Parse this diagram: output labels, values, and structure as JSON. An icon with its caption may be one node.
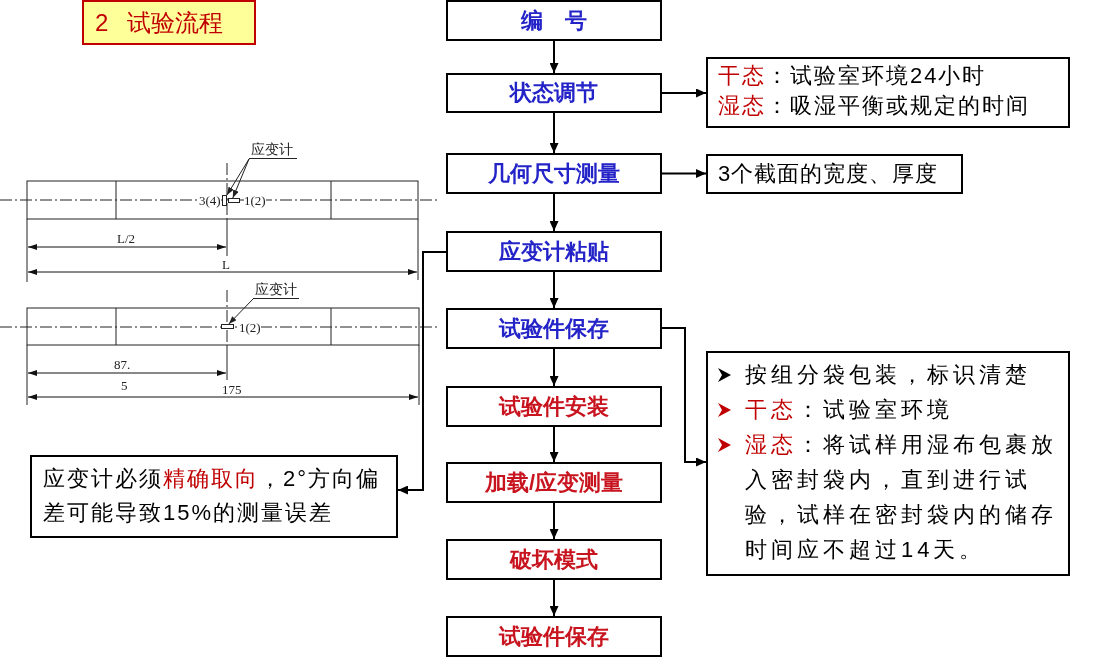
{
  "diagram": {
    "title": "2 试验流程",
    "nodes": [
      {
        "text": [
          "编 号"
        ]
      },
      {
        "text": [
          "状态调节"
        ]
      },
      {
        "text": [
          "几何尺寸测量"
        ]
      },
      {
        "text": [
          "应变计粘贴"
        ]
      },
      {
        "text": [
          "试验件保存"
        ]
      },
      {
        "text": [
          "试验件安装"
        ]
      },
      {
        "text": [
          "加载/应变测量"
        ]
      },
      {
        "text": [
          "破坏模式"
        ]
      },
      {
        "text": [
          "试验件保存"
        ]
      },
      {
        "text": [
          "**干态**：试验室环境24小时",
          "**湿态**：吸湿平衡或规定的时间"
        ]
      },
      {
        "text": [
          "3个截面的宽度、厚度"
        ]
      },
      {
        "text": [
          "按组分袋包装，标识清楚",
          "**干态**：试验室环境",
          "**湿态**：将试样用湿布包裹放入密封袋内，直到进行试验，试样在密封袋内的储存时间应不超过14天。"
        ]
      },
      {
        "text": [
          "应变计必须**精确取向**，2°方向偏差可能导致15%的测量误差"
        ]
      },
      {
        "text": [
          "应变计"
        ]
      },
      {
        "text": [],
        "shape": "bar",
        "beside": [
          "3(4)"
        ]
      },
      {
        "text": [],
        "shape": "bar",
        "beside": [
          "1(2)"
        ]
      },
      {
        "text": [
          "应变计"
        ]
      },
      {
        "text": [],
        "shape": "bar",
        "beside": [
          "1(2)"
        ]
      }
    ],
    "edges": [
      {
        "from": 0,
        "to": 1,
        "arrow": "to"
      },
      {
        "from": 1,
        "to": 2,
        "arrow": "to"
      },
      {
        "from": 2,
        "to": 3,
        "arrow": "to"
      },
      {
        "from": 3,
        "to": 4,
        "arrow": "to"
      },
      {
        "from": 4,
        "to": 5,
        "arrow": "to"
      },
      {
        "from": 5,
        "to": 6,
        "arrow": "to"
      },
      {
        "from": 6,
        "to": 7,
        "arrow": "to"
      },
      {
        "from": 7,
        "to": 8,
        "arrow": "to"
      },
      {
        "from": 1,
        "to": 9,
        "arrow": "to"
      },
      {
        "from": 2,
        "to": 10,
        "arrow": "to"
      },
      {
        "from": 3,
        "to": 12,
        "arrow": "to"
      },
      {
        "from": 4,
        "to": 11,
        "arrow": "to"
      },
      {
        "from": 13,
        "to": 14,
        "arrow": "to"
      },
      {
        "from": 13,
        "to": 15,
        "arrow": "to"
      },
      {
        "from": 16,
        "to": 17,
        "arrow": "to"
      }
    ],
    "labels": [
      "L/2",
      "L",
      "87.",
      "5",
      "175"
    ]
  }
}
